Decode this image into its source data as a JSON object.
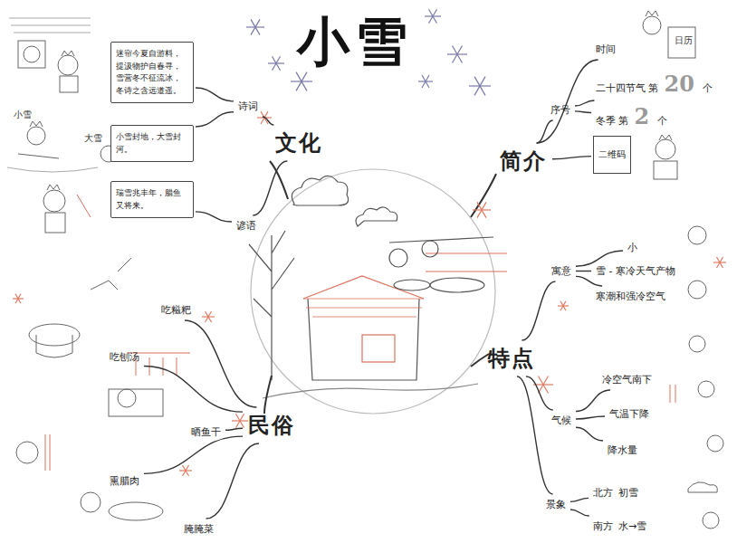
{
  "diagram": {
    "title": "小雪",
    "nodes": [
      {
        "text": [
          "文化"
        ]
      },
      {
        "text": [
          "诗词"
        ]
      },
      {
        "text": [
          "谚语"
        ]
      },
      {
        "text": [
          "迷帘今夏自游料，提汲物护自春寻，雪营冬不征流冰，冬诗之含远道遥。"
        ]
      },
      {
        "text": [
          "小雪封地，大雪封河。"
        ]
      },
      {
        "text": [
          "瑞雪兆丰年，腊鱼又将来。"
        ]
      },
      {
        "text": [
          "简介"
        ]
      },
      {
        "text": [
          "时间"
        ]
      },
      {
        "text": [
          "序号"
        ]
      },
      {
        "text": [
          "二十四节气 第",
          "20",
          "个"
        ]
      },
      {
        "text": [
          "冬季 第",
          "2",
          "个"
        ]
      },
      {
        "text": [
          "二维码"
        ]
      },
      {
        "text": [
          "特点"
        ]
      },
      {
        "text": [
          "寓意"
        ]
      },
      {
        "text": [
          "小"
        ]
      },
      {
        "text": [
          "雪 - 寒冷天气产物"
        ]
      },
      {
        "text": [
          "寒潮和强冷空气"
        ]
      },
      {
        "text": [
          "气候"
        ]
      },
      {
        "text": [
          "冷空气南下"
        ]
      },
      {
        "text": [
          "气温下降"
        ]
      },
      {
        "text": [
          "降水量"
        ]
      },
      {
        "text": [
          "景象"
        ]
      },
      {
        "text": [
          "北方",
          "初雪"
        ]
      },
      {
        "text": [
          "南方",
          "水→雪"
        ]
      },
      {
        "text": [
          "民俗"
        ]
      },
      {
        "text": [
          "吃糍粑"
        ]
      },
      {
        "text": [
          "吃刨汤"
        ]
      },
      {
        "text": [
          "晒鱼干"
        ]
      },
      {
        "text": [
          "熏腊肉"
        ]
      },
      {
        "text": [
          "腌腌菜"
        ]
      }
    ],
    "edges": [
      {
        "from": 0,
        "to": 1,
        "arrow": "none"
      },
      {
        "from": 0,
        "to": 2,
        "arrow": "none"
      },
      {
        "from": 1,
        "to": 3,
        "arrow": "none"
      },
      {
        "from": 1,
        "to": 4,
        "arrow": "none"
      },
      {
        "from": 2,
        "to": 5,
        "arrow": "none"
      },
      {
        "from": 6,
        "to": 7,
        "arrow": "none"
      },
      {
        "from": 6,
        "to": 8,
        "arrow": "none"
      },
      {
        "from": 8,
        "to": 9,
        "arrow": "none"
      },
      {
        "from": 8,
        "to": 10,
        "arrow": "none"
      },
      {
        "from": 6,
        "to": 11,
        "arrow": "none"
      },
      {
        "from": 12,
        "to": 13,
        "arrow": "none"
      },
      {
        "from": 13,
        "to": 14,
        "arrow": "none"
      },
      {
        "from": 13,
        "to": 15,
        "arrow": "none"
      },
      {
        "from": 13,
        "to": 16,
        "arrow": "none"
      },
      {
        "from": 12,
        "to": 17,
        "arrow": "none"
      },
      {
        "from": 17,
        "to": 18,
        "arrow": "none"
      },
      {
        "from": 17,
        "to": 19,
        "arrow": "none"
      },
      {
        "from": 17,
        "to": 20,
        "arrow": "none"
      },
      {
        "from": 12,
        "to": 21,
        "arrow": "none"
      },
      {
        "from": 21,
        "to": 22,
        "arrow": "none"
      },
      {
        "from": 21,
        "to": 23,
        "arrow": "none"
      },
      {
        "from": 24,
        "to": 25,
        "arrow": "none"
      },
      {
        "from": 24,
        "to": 26,
        "arrow": "none"
      },
      {
        "from": 24,
        "to": 27,
        "arrow": "none"
      },
      {
        "from": 24,
        "to": 28,
        "arrow": "none"
      },
      {
        "from": 24,
        "to": 29,
        "arrow": "none"
      }
    ],
    "labels": [
      "日历",
      "小雪",
      "大雪"
    ]
  }
}
